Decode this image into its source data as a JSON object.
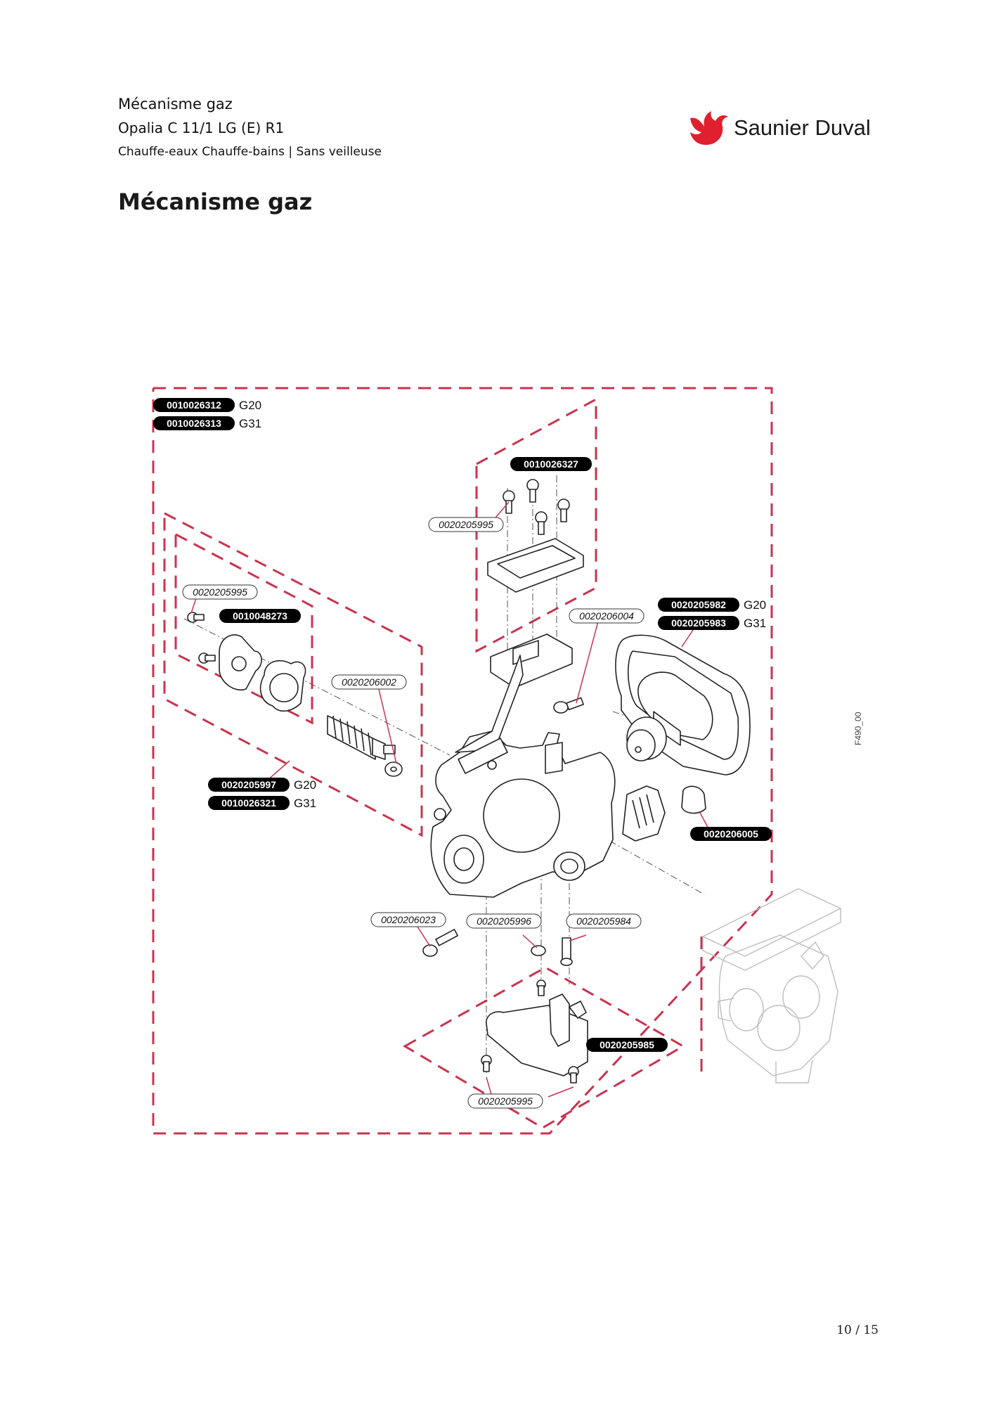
{
  "header": {
    "section": "Mécanisme gaz",
    "model": "Opalia C 11/1 LG (E) R1",
    "category": "Chauffe-eaux Chauffe-bains | Sans veilleuse"
  },
  "brand": {
    "name": "Saunier Duval",
    "color": "#e0202e"
  },
  "page_title": "Mécanisme gaz",
  "colors": {
    "dash": "#c8344e",
    "label_bg": "#000000",
    "part_stroke": "#222222"
  },
  "labels": {
    "top_g20": {
      "code": "0010026312",
      "variant": "G20"
    },
    "top_g31": {
      "code": "0010026313",
      "variant": "G31"
    },
    "upper_kit": {
      "code": "0010026327"
    },
    "screw_upper": {
      "code": "0020205995"
    },
    "screw_left": {
      "code": "0020205995"
    },
    "left_kit": {
      "code": "0010048273"
    },
    "motor_g20": {
      "code": "0020205982",
      "variant": "G20"
    },
    "motor_g31": {
      "code": "0020205983",
      "variant": "G31"
    },
    "screw_6004": {
      "code": "0020206004"
    },
    "spring": {
      "code": "0020206002"
    },
    "left_g20": {
      "code": "0020205997",
      "variant": "G20"
    },
    "left_g31": {
      "code": "0010026321",
      "variant": "G31"
    },
    "cap": {
      "code": "0020206005"
    },
    "screw_6023": {
      "code": "0020206023"
    },
    "nut_5996": {
      "code": "0020205996"
    },
    "screw_5984": {
      "code": "0020205984"
    },
    "micro": {
      "code": "0020205985"
    },
    "screw_bottom": {
      "code": "0020205995"
    }
  },
  "figure_ref": "F490_00",
  "page_number": "10 / 15"
}
